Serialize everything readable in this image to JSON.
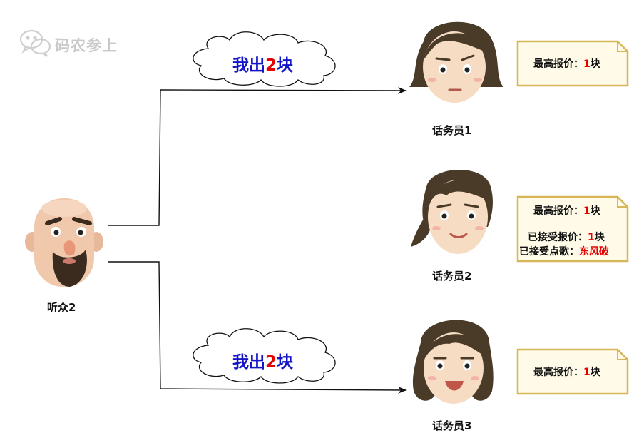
{
  "watermark": {
    "text": "码农参上"
  },
  "listener": {
    "name": "听众2"
  },
  "clouds": [
    {
      "prefix": "我出",
      "amount": "2",
      "suffix": "块"
    },
    {
      "prefix": "我出",
      "amount": "2",
      "suffix": "块"
    }
  ],
  "operators": [
    {
      "name": "话务员1",
      "note": {
        "max_label": "最高报价：",
        "max_value": "1",
        "unit": "块"
      }
    },
    {
      "name": "话务员2",
      "note": {
        "max_label": "最高报价：",
        "max_value": "1",
        "unit": "块",
        "accepted_label": "已接受报价：",
        "accepted_value": "1",
        "song_label": "已接受点歌：",
        "song_value": "东风破"
      }
    },
    {
      "name": "话务员3",
      "note": {
        "max_label": "最高报价：",
        "max_value": "1",
        "unit": "块"
      }
    }
  ],
  "colors": {
    "cloud_text": "#1414c8",
    "highlight": "#e60000",
    "note_fill": "#fffbe8",
    "note_border": "#d6b656",
    "hair": "#4a3a28",
    "skin": "#f7dcc4"
  }
}
